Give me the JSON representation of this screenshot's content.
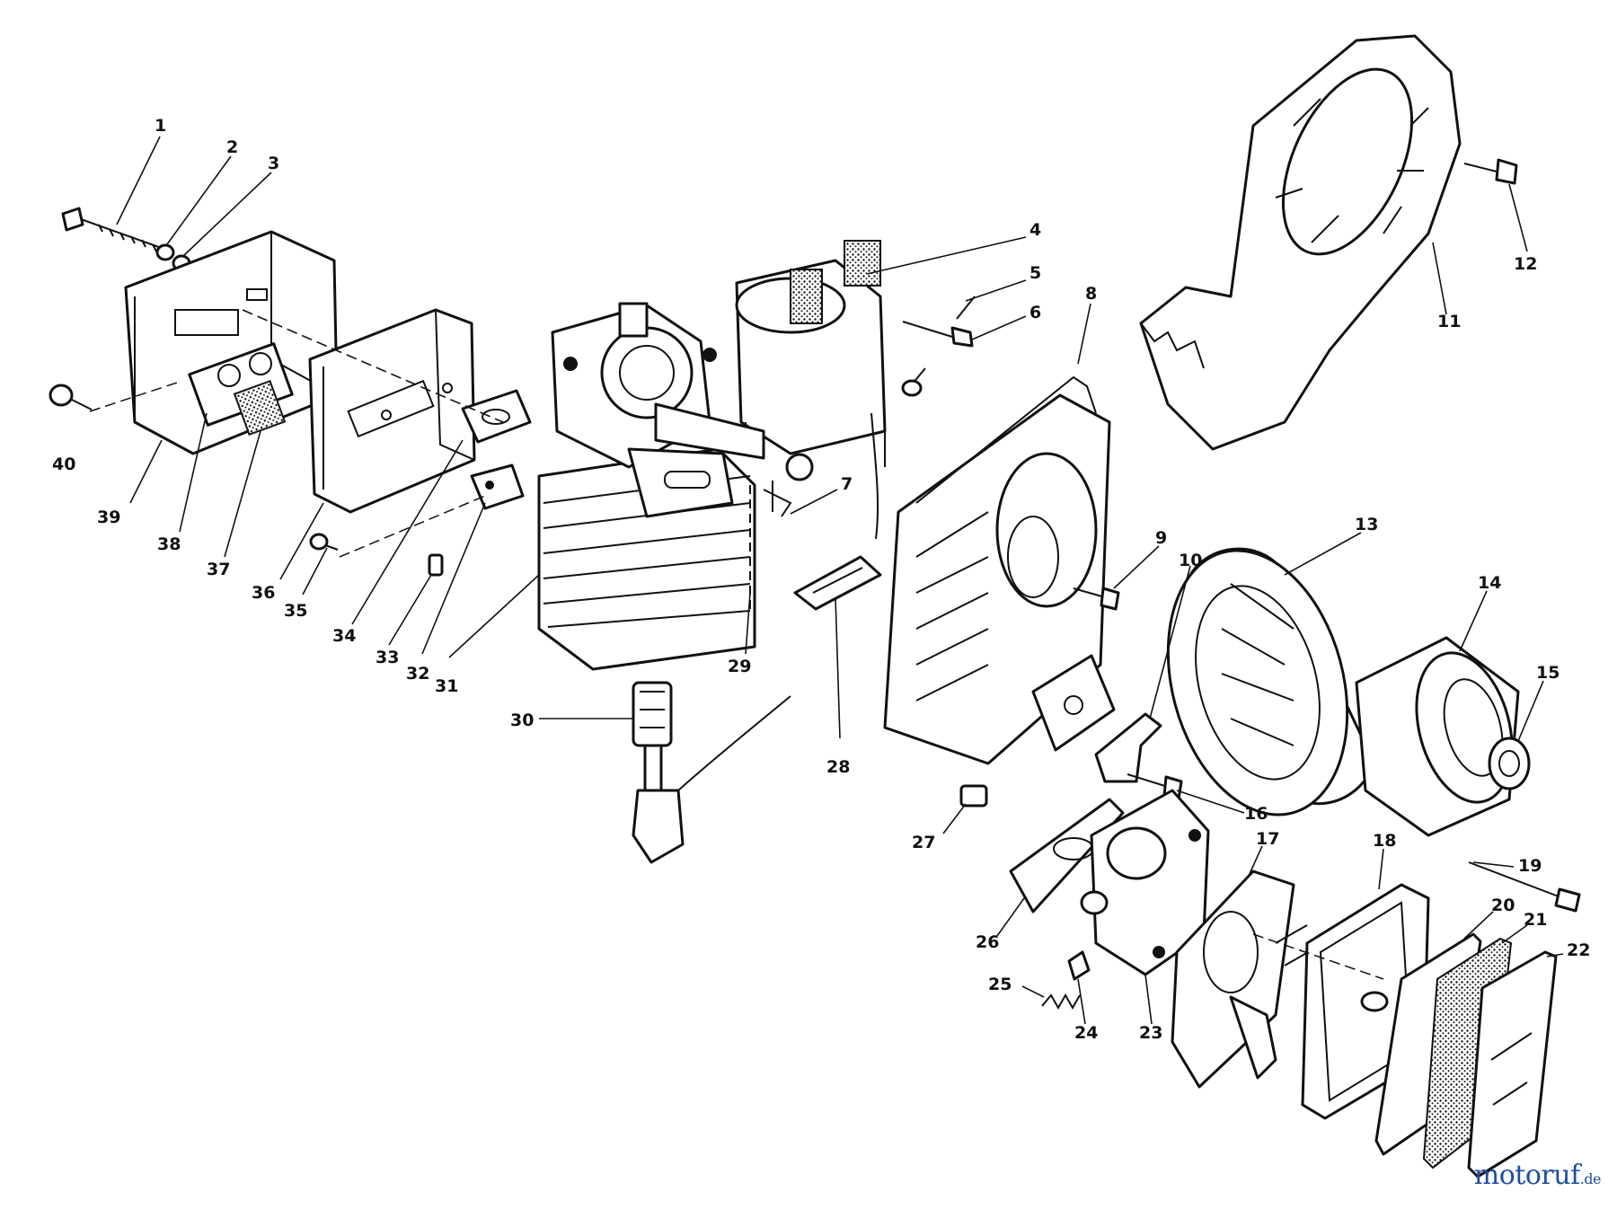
{
  "diagram": {
    "callouts": [
      {
        "id": "label-1",
        "text": "1"
      },
      {
        "id": "label-2",
        "text": "2"
      },
      {
        "id": "label-3",
        "text": "3"
      },
      {
        "id": "label-4",
        "text": "4"
      },
      {
        "id": "label-5",
        "text": "5"
      },
      {
        "id": "label-6",
        "text": "6"
      },
      {
        "id": "label-7",
        "text": "7"
      },
      {
        "id": "label-8",
        "text": "8"
      },
      {
        "id": "label-9",
        "text": "9"
      },
      {
        "id": "label-10",
        "text": "10"
      },
      {
        "id": "label-11",
        "text": "11"
      },
      {
        "id": "label-12",
        "text": "12"
      },
      {
        "id": "label-13",
        "text": "13"
      },
      {
        "id": "label-14",
        "text": "14"
      },
      {
        "id": "label-15",
        "text": "15"
      },
      {
        "id": "label-16",
        "text": "16"
      },
      {
        "id": "label-17",
        "text": "17"
      },
      {
        "id": "label-18",
        "text": "18"
      },
      {
        "id": "label-19",
        "text": "19"
      },
      {
        "id": "label-20",
        "text": "20"
      },
      {
        "id": "label-21",
        "text": "21"
      },
      {
        "id": "label-22",
        "text": "22"
      },
      {
        "id": "label-23",
        "text": "23"
      },
      {
        "id": "label-24",
        "text": "24"
      },
      {
        "id": "label-25",
        "text": "25"
      },
      {
        "id": "label-26",
        "text": "26"
      },
      {
        "id": "label-27",
        "text": "27"
      },
      {
        "id": "label-28",
        "text": "28"
      },
      {
        "id": "label-29",
        "text": "29"
      },
      {
        "id": "label-30",
        "text": "30"
      },
      {
        "id": "label-31",
        "text": "31"
      },
      {
        "id": "label-32",
        "text": "32"
      },
      {
        "id": "label-33",
        "text": "33"
      },
      {
        "id": "label-34",
        "text": "34"
      },
      {
        "id": "label-35",
        "text": "35"
      },
      {
        "id": "label-36",
        "text": "36"
      },
      {
        "id": "label-37",
        "text": "37"
      },
      {
        "id": "label-38",
        "text": "38"
      },
      {
        "id": "label-39",
        "text": "39"
      },
      {
        "id": "label-40",
        "text": "40"
      }
    ]
  },
  "watermark": {
    "main": "motoruf",
    "suffix": ".de"
  }
}
